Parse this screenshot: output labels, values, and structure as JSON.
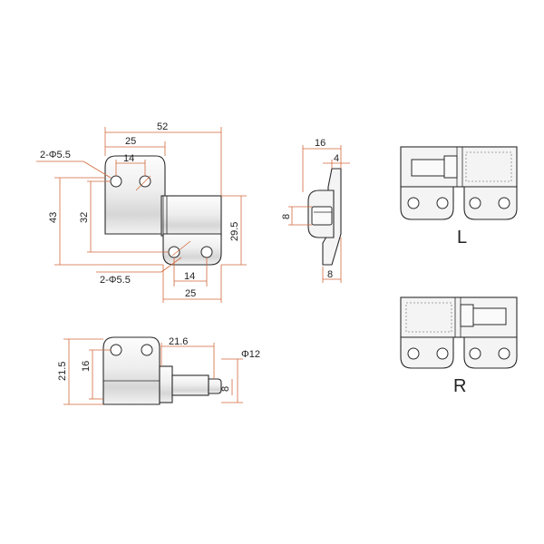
{
  "front_view": {
    "width_total": "52",
    "width_upper": "25",
    "hole_spacing_upper": "14",
    "hole_note_upper": "2-Φ5.5",
    "height_total": "43",
    "height_inner": "32",
    "height_right": "29.5",
    "hole_spacing_lower": "14",
    "width_lower": "25",
    "hole_note_lower": "2-Φ5.5"
  },
  "side_view": {
    "width_total": "16",
    "width_flange": "4",
    "bore": "8",
    "thickness": "8"
  },
  "bottom_view": {
    "height_total": "21.5",
    "height_inner": "16",
    "pin_length": "21.6",
    "pin_diameter": "Φ12",
    "pin_small": "8"
  },
  "variants": {
    "left_label": "L",
    "right_label": "R"
  }
}
